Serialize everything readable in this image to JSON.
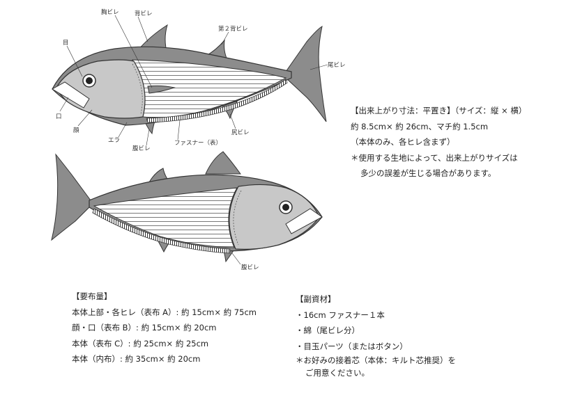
{
  "diagram": {
    "labels": {
      "pectoral_fin": "胸ビレ",
      "dorsal_fin": "背ビレ",
      "second_dorsal_fin": "第２背ビレ",
      "eye": "目",
      "tail_fin": "尾ビレ",
      "mouth": "口",
      "face": "顔",
      "gill": "エラ",
      "belly_fin": "腹ビレ",
      "zipper": "ファスナー（表）",
      "anal_fin": "尻ビレ",
      "belly_fin_bottom": "腹ビレ"
    },
    "colors": {
      "body_dark": "#8c8c8c",
      "face_light": "#c8c8c8",
      "outline": "#333333"
    }
  },
  "size_block": {
    "heading": "【出来上がり寸法：平置き】（サイズ：縦 × 横）",
    "line1": "約 8.5cm× 約 26cm、マチ約 1.5cm",
    "line2": "（本体のみ、各ヒレ含まず）",
    "note1": "＊使用する生地によって、出来上がりサイズは",
    "note2": "多少の誤差が生じる場合があります。"
  },
  "materials": {
    "heading": "【要布量】",
    "items": [
      "本体上部・各ヒレ（表布 A）: 約 15cm× 約 75cm",
      "顔・口（表布 B）: 約 15cm× 約 20cm",
      "本体（表布 C）: 約 25cm× 約 25cm",
      "本体（内布）: 約 35cm× 約 20cm"
    ]
  },
  "accessories": {
    "heading": "【副資材】",
    "items": [
      "・16cm ファスナー１本",
      "・綿（尾ビレ分）",
      "・目玉パーツ（またはボタン）"
    ],
    "note1": "＊お好みの接着芯（本体：キルト芯推奨）を",
    "note2": "ご用意ください。"
  }
}
